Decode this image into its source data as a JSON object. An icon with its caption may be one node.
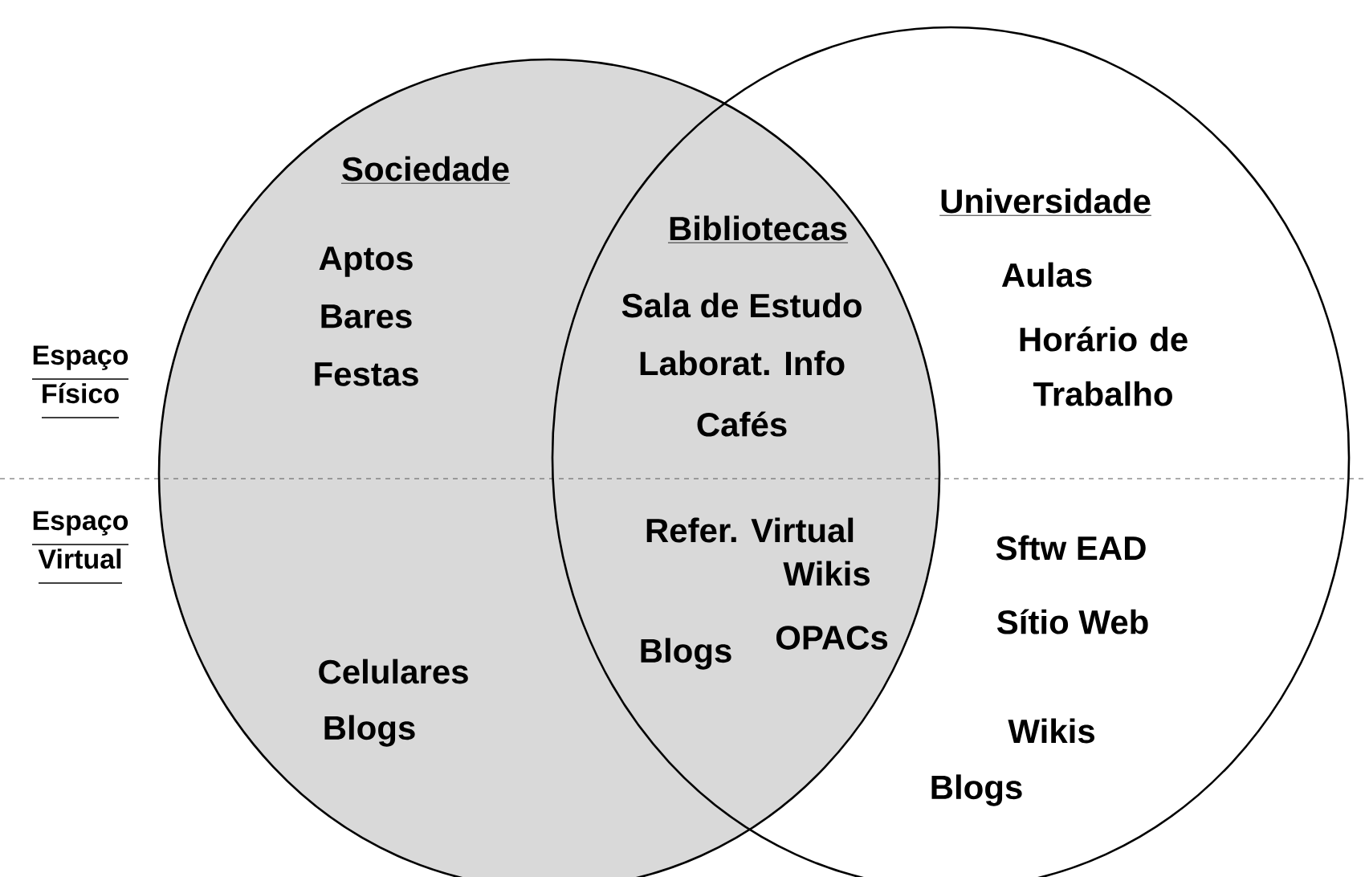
{
  "diagram": {
    "nodes": [
      {
        "text": [
          "Sociedade"
        ]
      },
      {
        "text": [
          "Universidade"
        ]
      }
    ],
    "labels": [
      "Espaço Físico",
      "Espaço Virtual",
      "Bibliotecas",
      "Aptos",
      "Bares",
      "Festas",
      "Sala de Estudo",
      "Laborat. Info",
      "Cafés",
      "Aulas",
      "Horário de Trabalho",
      "Celulares",
      "Blogs",
      "Refer. Virtual",
      "Wikis",
      "Blogs",
      "OPACs",
      "Sftw EAD",
      "Sítio Web",
      "Wikis",
      "Blogs"
    ]
  }
}
